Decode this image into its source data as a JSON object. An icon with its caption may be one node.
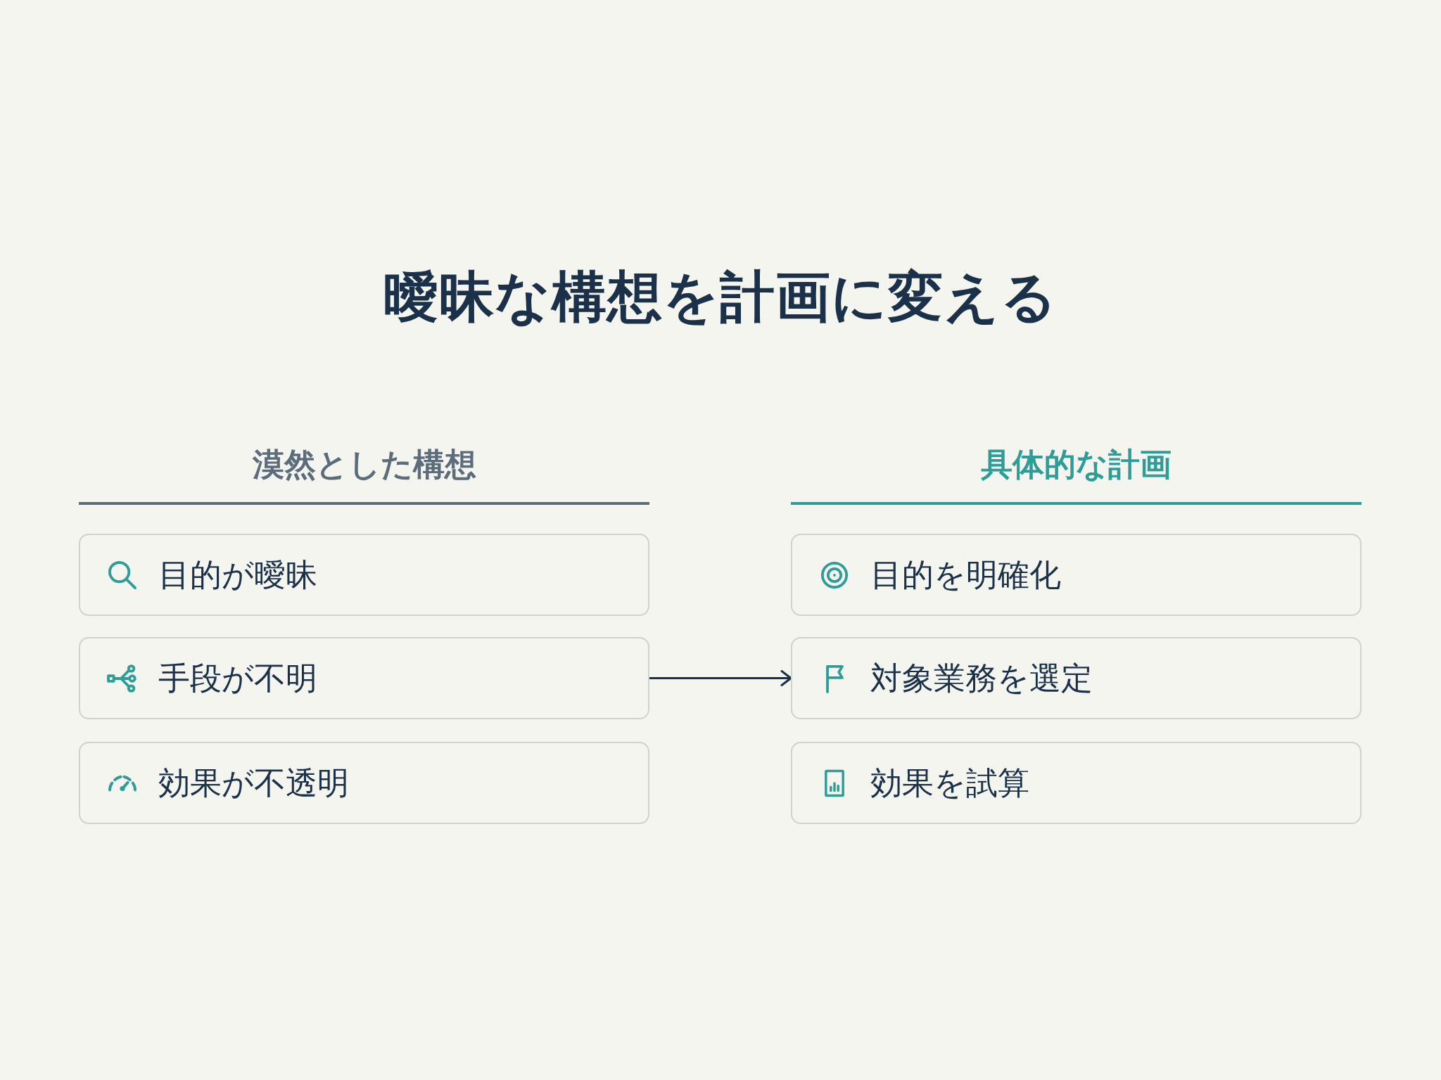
{
  "diagram": {
    "title": "曖昧な構想を計画に変える",
    "nodes": [
      {
        "text": [
          "目的が曖昧"
        ]
      },
      {
        "text": [
          "手段が不明"
        ]
      },
      {
        "text": [
          "効果が不透明"
        ]
      },
      {
        "text": [
          "目的を明確化"
        ]
      },
      {
        "text": [
          "対象業務を選定"
        ]
      },
      {
        "text": [
          "効果を試算"
        ]
      }
    ],
    "edges": [
      {
        "from": 1,
        "to": 4,
        "arrow": "to"
      }
    ],
    "labels": [
      "漠然とした構想",
      "具体的な計画"
    ]
  }
}
